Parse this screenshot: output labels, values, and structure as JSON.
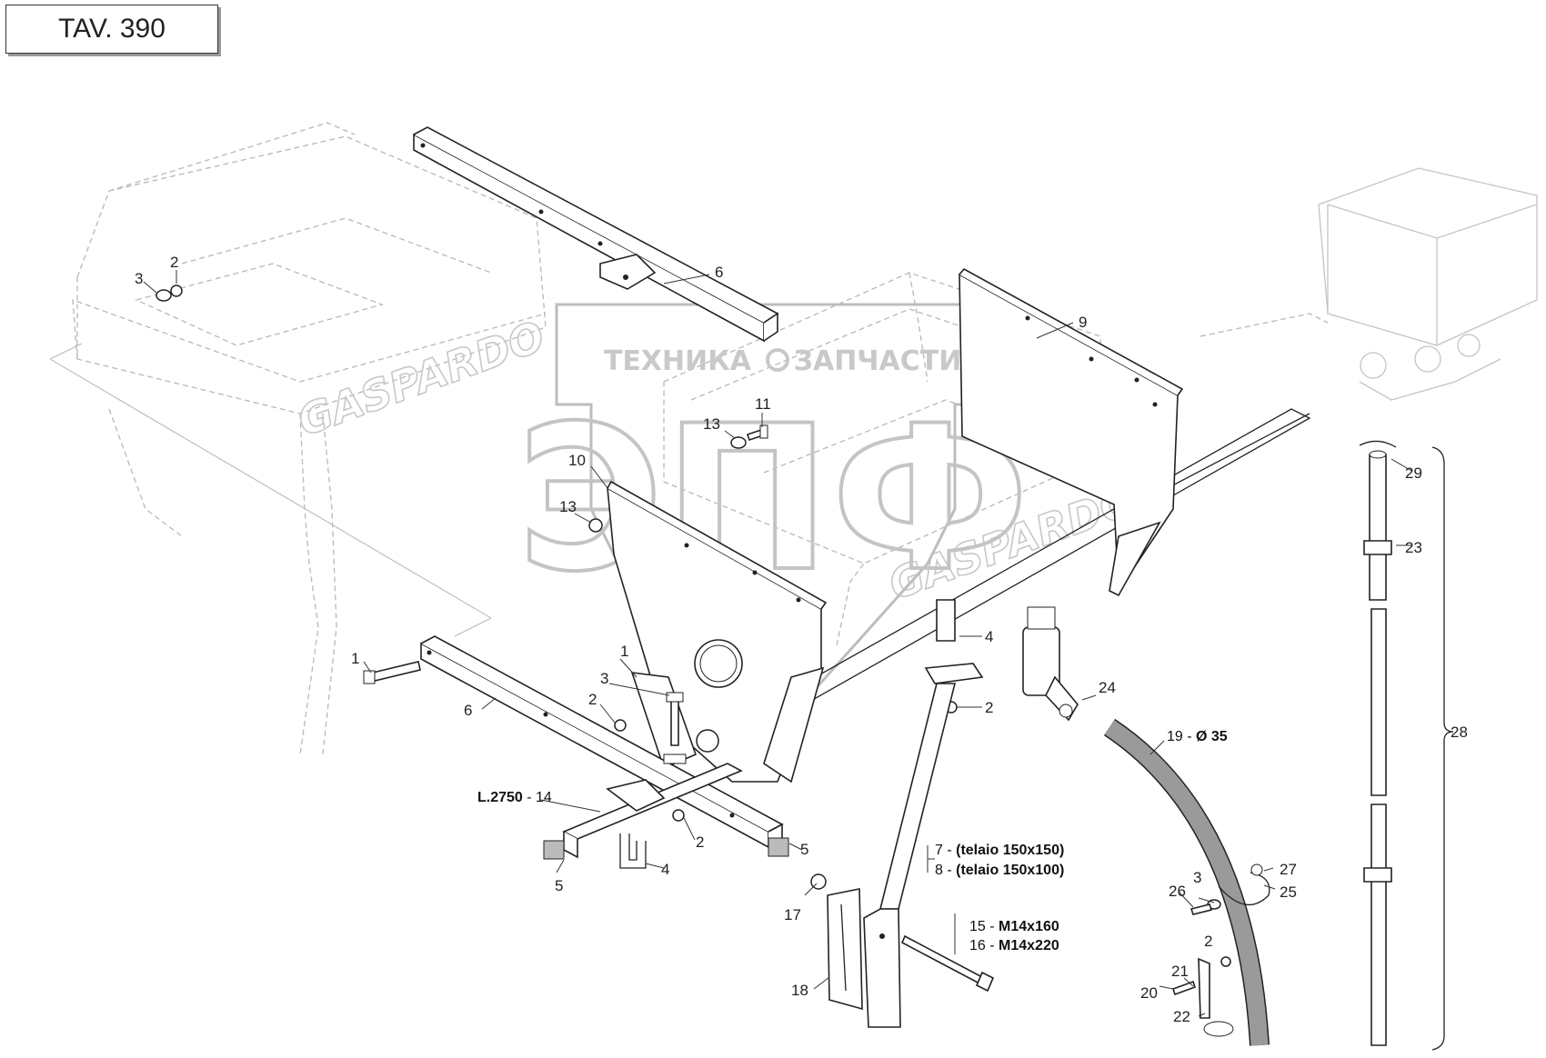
{
  "plate": {
    "title": "TAV. 390"
  },
  "brand_marks": {
    "hopper_brand": "GASPARDO"
  },
  "watermark": {
    "line1": "ТЕХНИКА",
    "line2": "ЗАПЧАСТИ",
    "monogram": "ЭПФ"
  },
  "callouts": {
    "c1a": "1",
    "c1b": "1",
    "c2a": "2",
    "c2b": "2",
    "c2c": "2",
    "c2d": "2",
    "c2e": "2",
    "c3a": "3",
    "c3b": "3",
    "c3c": "3",
    "c4a": "4",
    "c4b": "4",
    "c5a": "5",
    "c5b": "5",
    "c6a": "6",
    "c6b": "6",
    "c9": "9",
    "c10": "10",
    "c11": "11",
    "c13a": "13",
    "c13b": "13",
    "c17": "17",
    "c18": "18",
    "c20": "20",
    "c21": "21",
    "c22": "22",
    "c23": "23",
    "c24": "24",
    "c25": "25",
    "c26": "26",
    "c27": "27",
    "c28": "28",
    "c29": "29"
  },
  "specs": {
    "l2750_bold": "L.2750",
    "l2750_num": " - 14",
    "hose_num": "19 - ",
    "hose_bold": "Ø 35",
    "frame7_num": "7 - ",
    "frame7_bold": "(telaio 150x150)",
    "frame8_num": "8 - ",
    "frame8_bold": "(telaio 150x100)",
    "bolt15_num": "15 - ",
    "bolt15_bold": "M14x160",
    "bolt16_num": "16 - ",
    "bolt16_bold": "M14x220"
  }
}
